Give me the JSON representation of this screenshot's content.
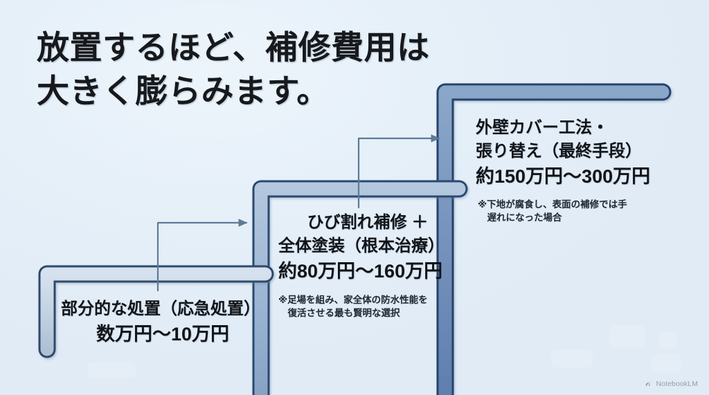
{
  "title": "放置するほど、補修費用は\n大きく膨らみます。",
  "background_color": "#e4eef8",
  "steps": [
    {
      "id": "step-1",
      "line1": "部分的な処置（応急処置）",
      "line2": "",
      "price": "数万円〜10万円",
      "note": "",
      "band_fill": "#c3d2e2",
      "band_stroke": "#2d4a6b"
    },
    {
      "id": "step-2",
      "line1": "ひび割れ補修 ＋",
      "line2": "全体塗装（根本治療）",
      "price": "約80万円〜160万円",
      "note": "※足場を組み、家全体の防水性能を\n　復活させる最も賢明な選択",
      "band_fill": "#9ab4d2",
      "band_stroke": "#2b4a70"
    },
    {
      "id": "step-3",
      "line1": "外壁カバー工法・",
      "line2": "張り替え（最終手段）",
      "price": "約150万円〜300万円",
      "note": "※下地が腐食し、表面の補修では手\n　遅れになった場合",
      "band_fill": "#6f8fba",
      "band_stroke": "#26426b"
    }
  ],
  "arrows": [
    {
      "id": "arrow-1",
      "color": "#5d7governmental"
    },
    {
      "id": "arrow-2",
      "color": "#5d7a96"
    }
  ],
  "arrow_color": "#5d7a96",
  "watermark": {
    "text": "NotebookLM",
    "icon": "notebooklm-logo-icon"
  }
}
